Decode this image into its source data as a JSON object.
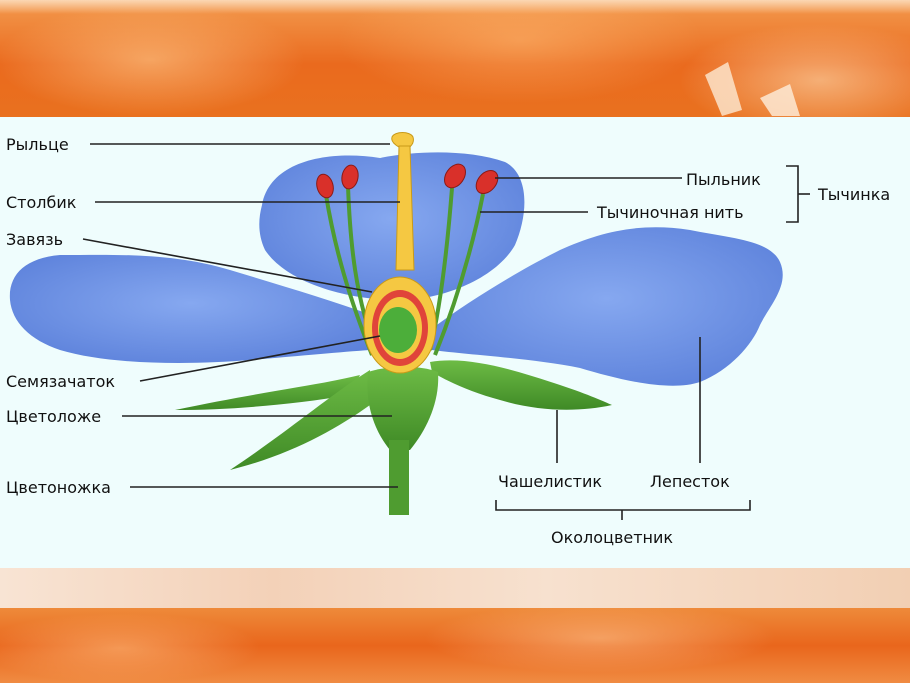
{
  "labels": {
    "stigma": "Рыльце",
    "style": "Столбик",
    "ovary": "Завязь",
    "ovule": "Семязачаток",
    "receptacle": "Цветоложе",
    "pedicel": "Цветоножка",
    "anther": "Пыльник",
    "filament": "Тычиночная нить",
    "stamen": "Тычинка",
    "sepal": "Чашелистик",
    "petal": "Лепесток",
    "perianth": "Околоцветник"
  },
  "colors": {
    "petal": "#6f93e6",
    "petal_edge": "#5a7fd6",
    "leaf": "#5fa93a",
    "leaf_dark": "#3f8a26",
    "pistil": "#f5c842",
    "ovary_red": "#e0443a",
    "ovule_green": "#4cae3a",
    "anther": "#d9302a",
    "panel": "#effdfd",
    "line": "#222222"
  }
}
